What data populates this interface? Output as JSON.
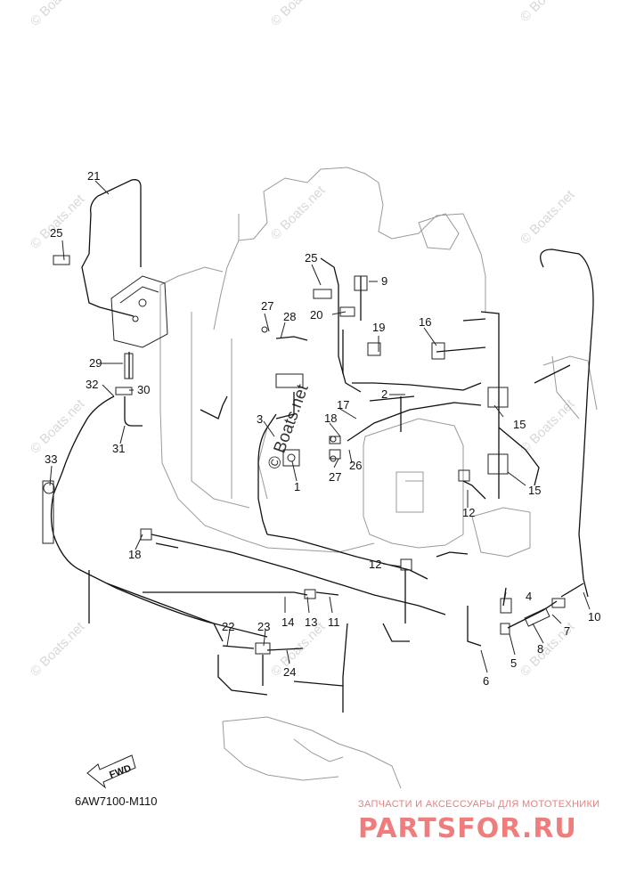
{
  "watermark": "© Boats.net",
  "diagram_code": "6AW7100-M110",
  "fwd_label": "FWD",
  "promo": {
    "tagline": "ЗАПЧАСТИ И АКСЕССУАРЫ ДЛЯ МОТОТЕХНИКИ",
    "brand": "PARTSFOR.RU"
  },
  "callouts": {
    "c1": "1",
    "c2": "2",
    "c3": "3",
    "c4": "4",
    "c5": "5",
    "c6": "6",
    "c7": "7",
    "c8": "8",
    "c9": "9",
    "c10": "10",
    "c11": "11",
    "c12a": "12",
    "c12b": "12",
    "c13": "13",
    "c14": "14",
    "c15a": "15",
    "c15b": "15",
    "c16": "16",
    "c17": "17",
    "c18a": "18",
    "c18b": "18",
    "c19": "19",
    "c20": "20",
    "c21": "21",
    "c22": "22",
    "c23": "23",
    "c24": "24",
    "c25a": "25",
    "c25b": "25",
    "c26": "26",
    "c27a": "27",
    "c27b": "27",
    "c28": "28",
    "c29": "29",
    "c30": "30",
    "c31": "31",
    "c32": "32",
    "c33": "33"
  }
}
